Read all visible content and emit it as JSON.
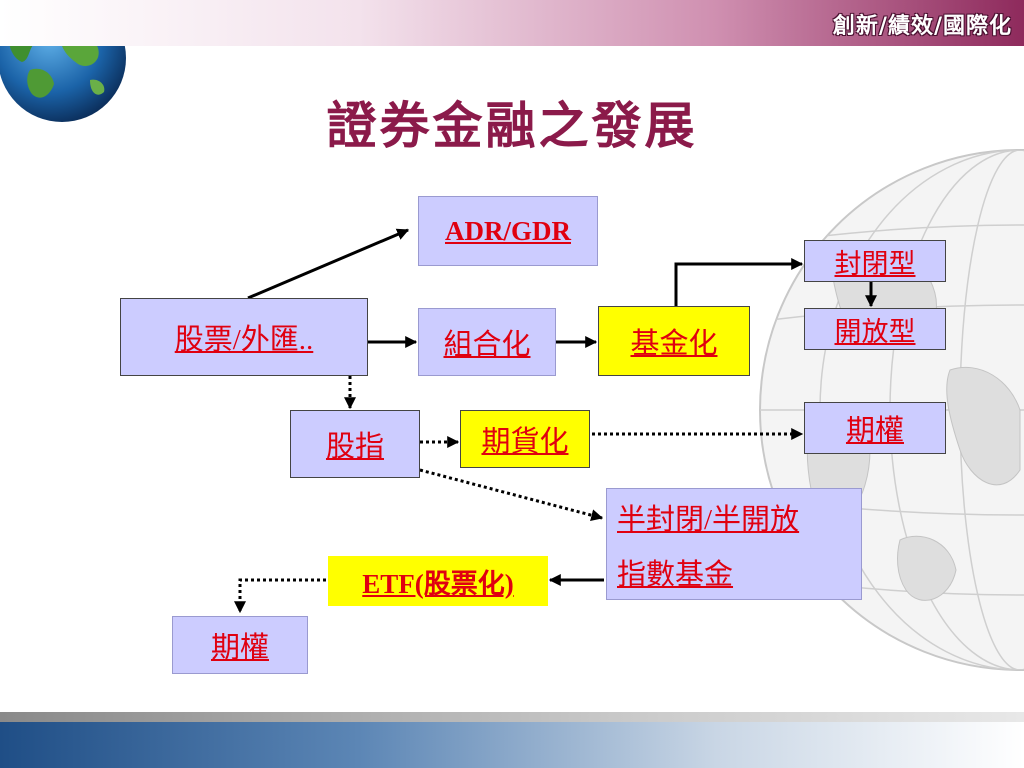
{
  "header": {
    "banner_text": "創新/績效/國際化"
  },
  "slide": {
    "title": "證券金融之發展"
  },
  "nodes": {
    "adr_gdr": "ADR/GDR",
    "stock_fx": "股票/外匯..",
    "portfolio": "組合化",
    "fund": "基金化",
    "closed_end": "封閉型",
    "open_end": "開放型",
    "stock_index": "股指",
    "futures": "期貨化",
    "options_right": "期權",
    "semi_line1": "半封閉/半開放",
    "semi_line2": "指數基金",
    "etf": "ETF(股票化)",
    "options_left": "期權"
  },
  "colors": {
    "title": "#8b1a4a",
    "node_text": "#e00010",
    "lavender": "#ccccff",
    "yellow": "#ffff00"
  },
  "icons": {
    "corner_graphic": "globe-icon",
    "background_graphic": "world-globe-wireframe"
  }
}
